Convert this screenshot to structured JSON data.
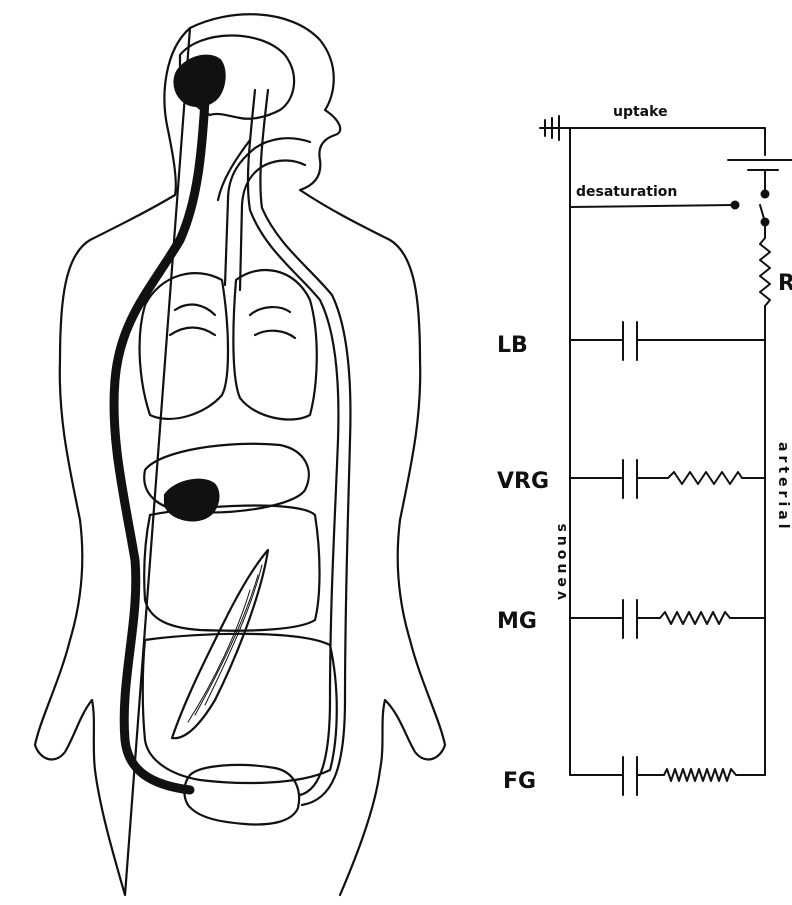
{
  "colors": {
    "ink": "#111111",
    "background": "#ffffff"
  },
  "circuit": {
    "uptake": "uptake",
    "desaturation": "desaturation",
    "resistor": "R",
    "venous": "venous",
    "arterial": "arterial",
    "compartments": [
      "LB",
      "VRG",
      "MG",
      "FG"
    ]
  }
}
